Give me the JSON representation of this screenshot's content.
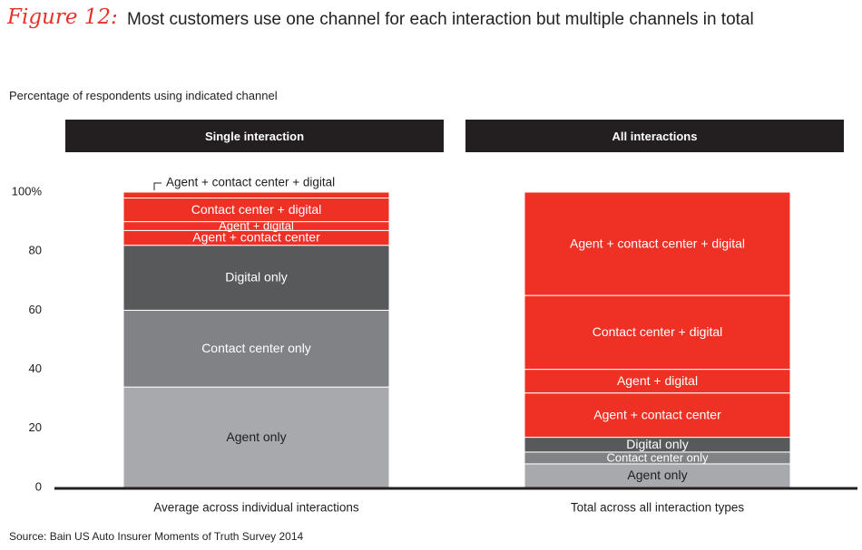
{
  "figure": {
    "label": "Figure 12:",
    "title": "Most customers use one channel for each interaction but multiple channels in total",
    "subtitle": "Percentage of respondents using indicated channel",
    "source": "Source: Bain US Auto Insurer Moments of Truth Survey 2014"
  },
  "panels": [
    {
      "header": "Single interaction"
    },
    {
      "header": "All interactions"
    }
  ],
  "colors": {
    "agent_only": "#a7a9ac",
    "contact_center_only": "#808285",
    "digital_only": "#58595b",
    "red": "#ee3124",
    "header_bg": "#231f20"
  },
  "chart_data": {
    "type": "bar",
    "stacked": true,
    "categories": [
      "Average across individual interactions",
      "Total across all interaction types"
    ],
    "yticks": [
      "0",
      "20",
      "40",
      "60",
      "80",
      "100%"
    ],
    "ylim": [
      0,
      100
    ],
    "grid": false,
    "series": [
      {
        "name": "Agent only",
        "values": [
          34,
          8
        ],
        "color": "#a7a9ac"
      },
      {
        "name": "Contact center only",
        "values": [
          26,
          4
        ],
        "color": "#808285"
      },
      {
        "name": "Digital only",
        "values": [
          22,
          5
        ],
        "color": "#58595b"
      },
      {
        "name": "Agent + contact center",
        "values": [
          5,
          15
        ],
        "color": "#ee3124"
      },
      {
        "name": "Agent + digital",
        "values": [
          3,
          8
        ],
        "color": "#ee3124"
      },
      {
        "name": "Contact center + digital",
        "values": [
          8,
          25
        ],
        "color": "#ee3124"
      },
      {
        "name": "Agent + contact center + digital",
        "values": [
          2,
          35
        ],
        "color": "#ee3124"
      }
    ]
  }
}
